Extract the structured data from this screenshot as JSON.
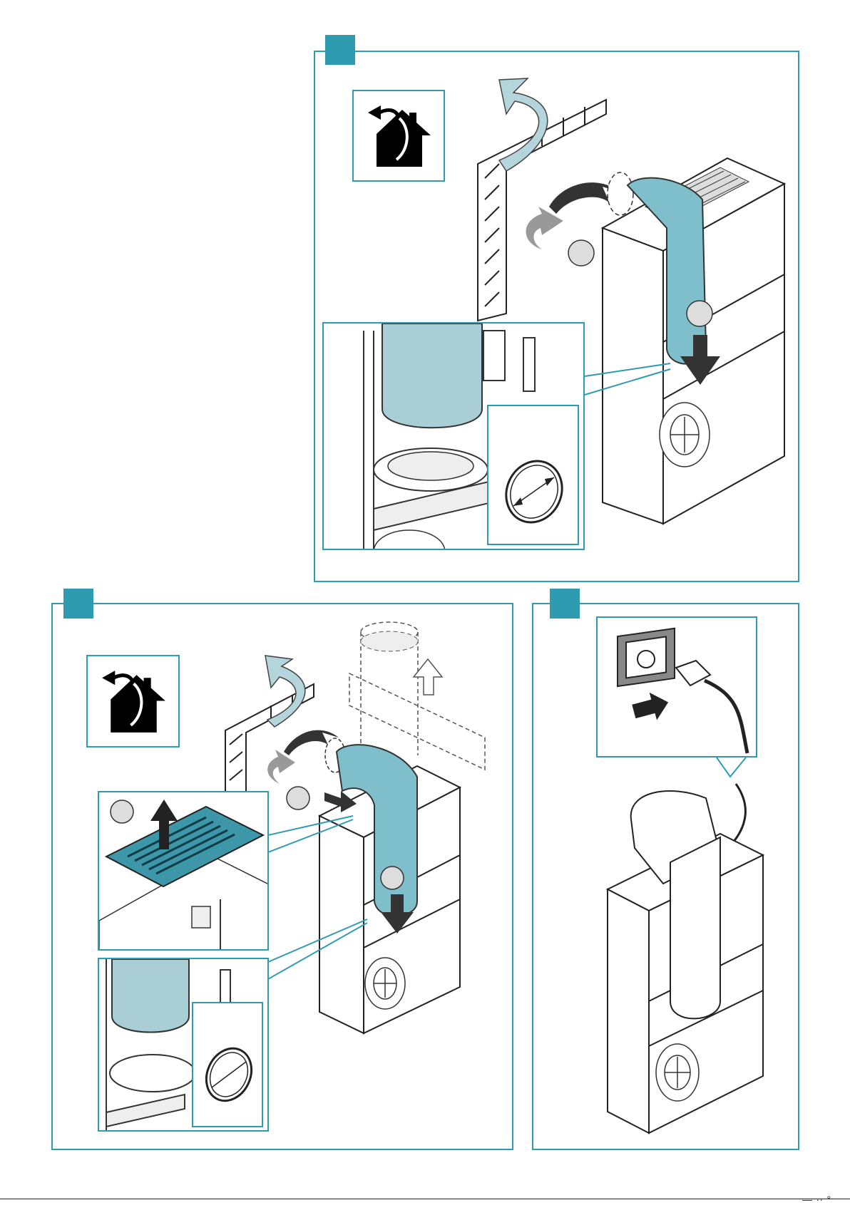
{
  "page": {
    "accent_color": "#2f9bb0",
    "duct_color": "#7fbfcc",
    "bottom_edge_text": "— ∙∙ °"
  },
  "panels": [
    {
      "id": "panel-top",
      "icon": "house-exhaust-icon",
      "tab_label": ""
    },
    {
      "id": "panel-bottom-left",
      "icon": "house-exhaust-icon",
      "tab_label": ""
    },
    {
      "id": "panel-bottom-right",
      "icon": "power-plug-icon",
      "tab_label": ""
    }
  ]
}
